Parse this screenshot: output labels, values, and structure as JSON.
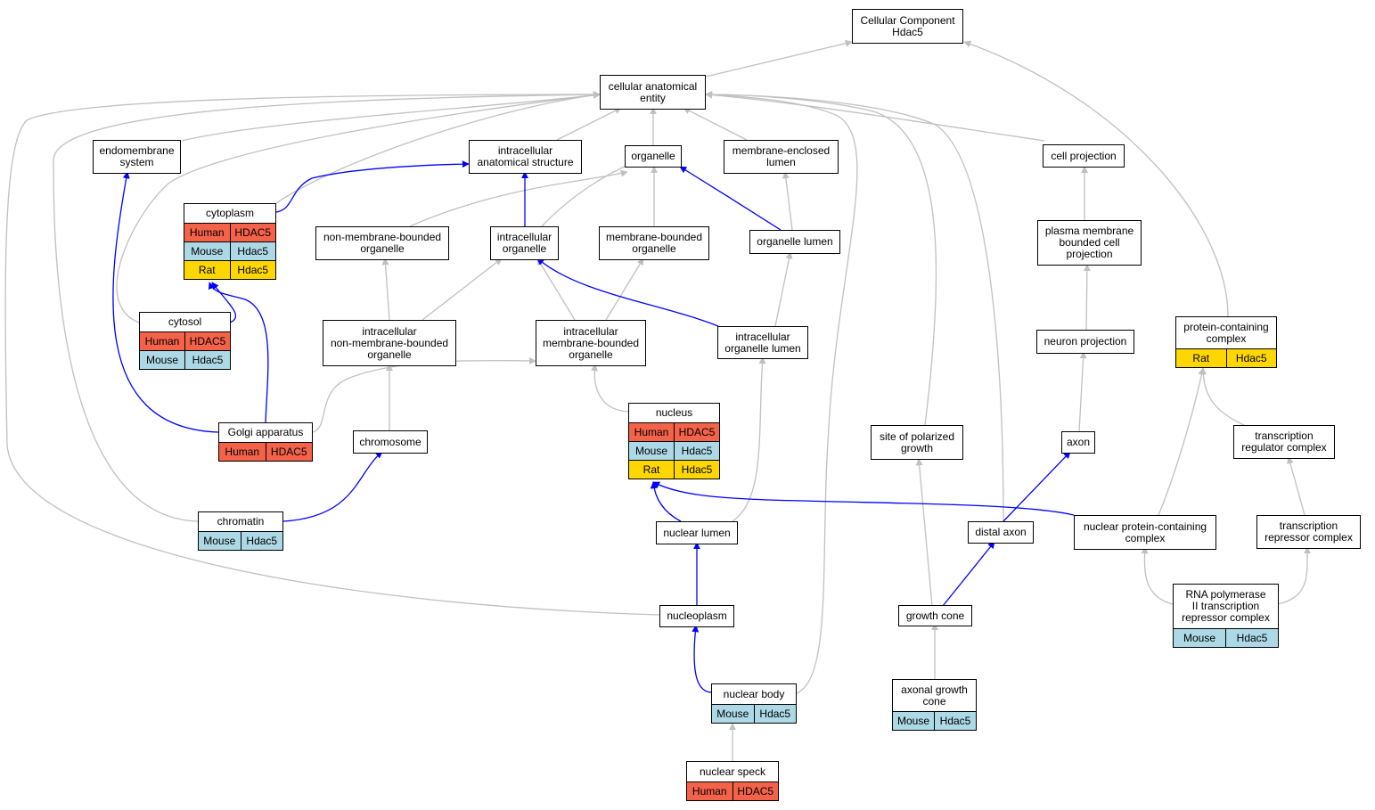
{
  "colors": {
    "is_a_edge": "#c0c0c0",
    "part_of_edge": "#0000ff",
    "human": "#f4624a",
    "mouse": "#add8e6",
    "rat": "#ffd700"
  },
  "nodes": {
    "root": {
      "title": "Cellular Component\nHdac5"
    },
    "cae": {
      "title": "cellular anatomical\nentity"
    },
    "endo": {
      "title": "endomembrane\nsystem"
    },
    "ias": {
      "title": "intracellular\nanatomical structure"
    },
    "organelle": {
      "title": "organelle"
    },
    "mel": {
      "title": "membrane-enclosed\nlumen"
    },
    "cellproj": {
      "title": "cell projection"
    },
    "cytoplasm": {
      "title": "cytoplasm",
      "rows": [
        {
          "species": "Human",
          "gene": "HDAC5",
          "cls": "human"
        },
        {
          "species": "Mouse",
          "gene": "Hdac5",
          "cls": "mouse"
        },
        {
          "species": "Rat",
          "gene": "Hdac5",
          "cls": "rat"
        }
      ]
    },
    "nmbo": {
      "title": "non-membrane-bounded\norganelle"
    },
    "io": {
      "title": "intracellular\norganelle"
    },
    "mbo": {
      "title": "membrane-bounded\norganelle"
    },
    "ol": {
      "title": "organelle lumen"
    },
    "pmbcp": {
      "title": "plasma membrane\nbounded cell\nprojection"
    },
    "cytosol": {
      "title": "cytosol",
      "rows": [
        {
          "species": "Human",
          "gene": "HDAC5",
          "cls": "human"
        },
        {
          "species": "Mouse",
          "gene": "Hdac5",
          "cls": "mouse"
        }
      ]
    },
    "inmbo": {
      "title": "intracellular\nnon-membrane-bounded\norganelle"
    },
    "imbo": {
      "title": "intracellular\nmembrane-bounded\norganelle"
    },
    "iol": {
      "title": "intracellular\norganelle lumen"
    },
    "np": {
      "title": "neuron projection"
    },
    "pcc": {
      "title": "protein-containing\ncomplex",
      "rows": [
        {
          "species": "Rat",
          "gene": "Hdac5",
          "cls": "rat"
        }
      ]
    },
    "nucleus": {
      "title": "nucleus",
      "rows": [
        {
          "species": "Human",
          "gene": "HDAC5",
          "cls": "human"
        },
        {
          "species": "Mouse",
          "gene": "Hdac5",
          "cls": "mouse"
        },
        {
          "species": "Rat",
          "gene": "Hdac5",
          "cls": "rat"
        }
      ]
    },
    "golgi": {
      "title": "Golgi apparatus",
      "rows": [
        {
          "species": "Human",
          "gene": "HDAC5",
          "cls": "human"
        }
      ]
    },
    "chromosome": {
      "title": "chromosome"
    },
    "spg": {
      "title": "site of polarized\ngrowth"
    },
    "axon": {
      "title": "axon"
    },
    "trc": {
      "title": "transcription\nregulator complex"
    },
    "chromatin": {
      "title": "chromatin",
      "rows": [
        {
          "species": "Mouse",
          "gene": "Hdac5",
          "cls": "mouse"
        }
      ]
    },
    "nl": {
      "title": "nuclear lumen"
    },
    "da": {
      "title": "distal axon"
    },
    "npcc": {
      "title": "nuclear protein-containing\ncomplex"
    },
    "trepc": {
      "title": "transcription\nrepressor complex"
    },
    "nucleoplasm": {
      "title": "nucleoplasm"
    },
    "gc": {
      "title": "growth cone"
    },
    "rnap": {
      "title": "RNA polymerase\nII transcription\nrepressor complex",
      "rows": [
        {
          "species": "Mouse",
          "gene": "Hdac5",
          "cls": "mouse"
        }
      ]
    },
    "nb": {
      "title": "nuclear body",
      "rows": [
        {
          "species": "Mouse",
          "gene": "Hdac5",
          "cls": "mouse"
        }
      ]
    },
    "agc": {
      "title": "axonal growth\ncone",
      "rows": [
        {
          "species": "Mouse",
          "gene": "Hdac5",
          "cls": "mouse"
        }
      ]
    },
    "ns": {
      "title": "nuclear speck",
      "rows": [
        {
          "species": "Human",
          "gene": "HDAC5",
          "cls": "human"
        }
      ]
    }
  }
}
